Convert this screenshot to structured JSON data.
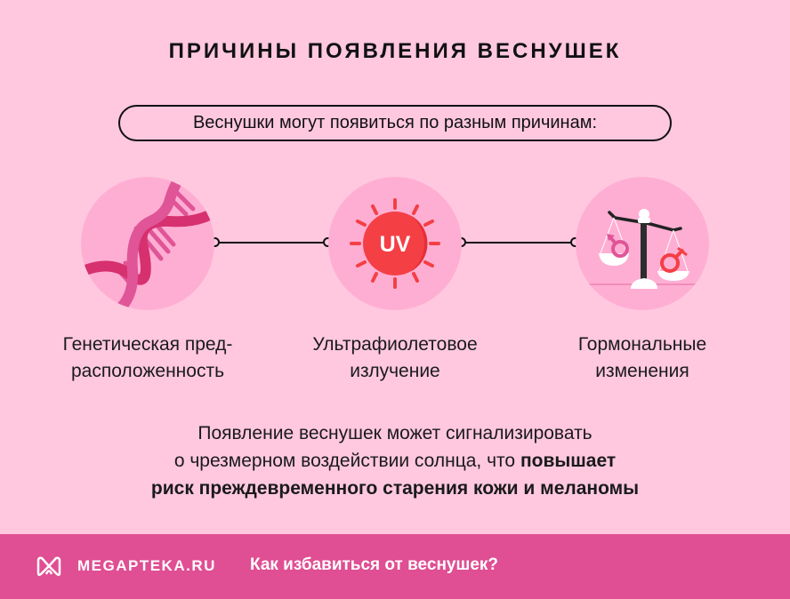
{
  "title": "ПРИЧИНЫ ПОЯВЛЕНИЯ ВЕСНУШЕК",
  "intro": "Веснушки могут появиться по разным причинам:",
  "causes": [
    {
      "icon": "dna-icon",
      "line1": "Генетическая пред-",
      "line2": "расположенность"
    },
    {
      "icon": "uv-sun-icon",
      "icon_text": "UV",
      "line1": "Ультрафиолетовое",
      "line2": "излучение"
    },
    {
      "icon": "hormone-scales-icon",
      "line1": "Гормональные",
      "line2": "изменения"
    }
  ],
  "conclusion": {
    "line1": "Появление веснушек может сигнализировать",
    "line2_regular": "о чрезмерном воздействии солнца, что ",
    "line2_bold": "повышает",
    "line3_bold": "риск преждевременного старения кожи и меланомы"
  },
  "footer": {
    "brand": "MEGAPTEKA.RU",
    "link": "Как избавиться от веснушек?"
  },
  "colors": {
    "background": "#ffc8df",
    "circle": "#ffaed3",
    "footer": "#e04e93",
    "dna": "#d6306f",
    "uv_sun": "#f43f45"
  }
}
